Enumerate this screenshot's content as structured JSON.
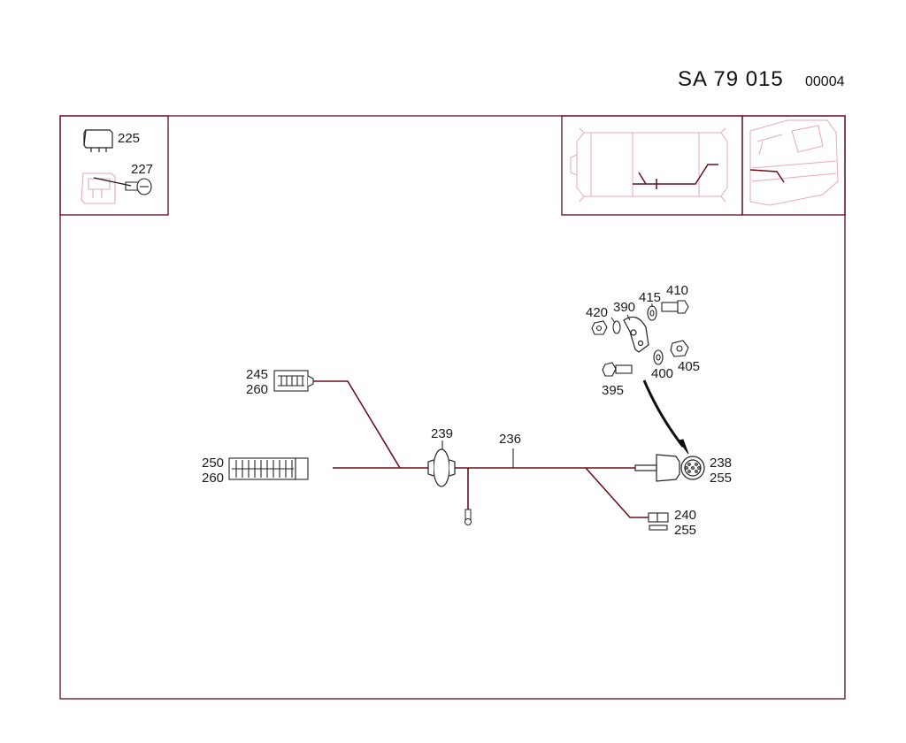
{
  "header": {
    "code": "SA  79 015",
    "sheet": "00004"
  },
  "colors": {
    "frame": "#5a0f1c",
    "wire": "#6b0f1a",
    "highlight": "#c0506a",
    "ghost": "#e6a9b8",
    "text": "#1a1a1a"
  },
  "callouts": {
    "c225": "225",
    "c227": "227",
    "c245": "245",
    "c260a": "260",
    "c250": "250",
    "c260b": "260",
    "c239": "239",
    "c236": "236",
    "c420": "420",
    "c390": "390",
    "c415": "415",
    "c410": "410",
    "c395": "395",
    "c400": "400",
    "c405": "405",
    "c238": "238",
    "c255a": "255",
    "c240": "240",
    "c255b": "255"
  }
}
